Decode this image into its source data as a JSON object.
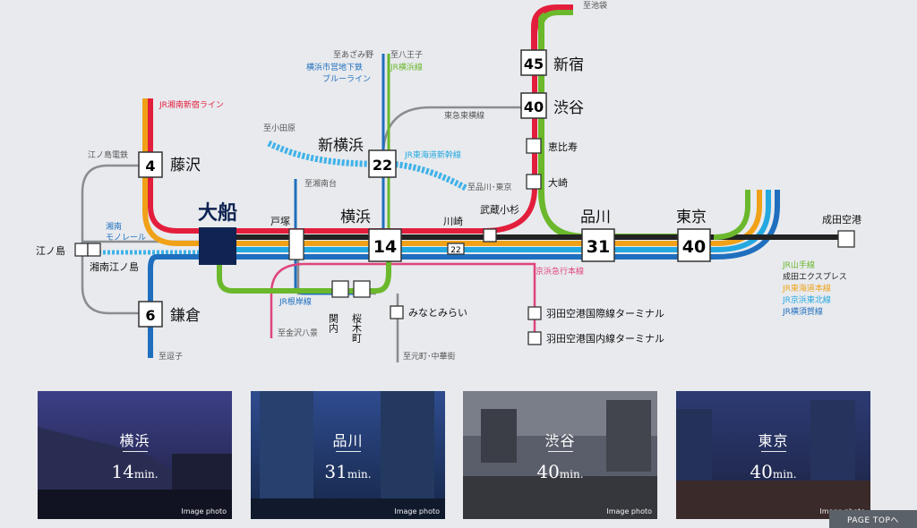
{
  "map": {
    "hub_station": "大船",
    "stations": {
      "fujisawa": {
        "name": "藤沢",
        "minutes": "4"
      },
      "kamakura": {
        "name": "鎌倉",
        "minutes": "6"
      },
      "yokohama": {
        "name": "横浜",
        "minutes": "14"
      },
      "shinyokohama": {
        "name": "新横浜",
        "minutes": "22"
      },
      "shinagawa": {
        "name": "品川",
        "minutes": "31"
      },
      "tokyo": {
        "name": "東京",
        "minutes": "40"
      },
      "shibuya": {
        "name": "渋谷",
        "minutes": "40"
      },
      "shinjuku": {
        "name": "新宿",
        "minutes": "45"
      },
      "totsuka": "戸塚",
      "kawasaki": "川崎",
      "musashikosugi": "武蔵小杉",
      "ebisu": "恵比寿",
      "osaki": "大崎",
      "enoshima": "江ノ島",
      "shonan_enoshima": "湘南江ノ島",
      "kannai": "関内",
      "sakuragicho": "桜木町",
      "minatomirai": "みなとみらい",
      "haneda_intl": "羽田空港国際線ターミナル",
      "haneda_dom": "羽田空港国内線ターミナル",
      "narita": "成田空港",
      "kawasaki_22": "22"
    },
    "labels": {
      "jr_shonan_shinjuku": "JR湘南新宿ライン",
      "enoden": "江ノ島電鉄",
      "shonan_monorail": "湘南\nモノレール",
      "to_odawara": "至小田原",
      "to_azamino": "至あざみ野",
      "to_hachioji": "至八王子",
      "yokohama_subway": "横浜市営地下鉄",
      "blue_line": "ブルーライン",
      "jr_yokohama_line": "JR横浜線",
      "tokyu_toyoko": "東急東横線",
      "jr_tokaido_shinkansen": "JR東海道新幹線",
      "to_shinagawa_tokyo": "至品川･東京",
      "to_ikebukuro": "至池袋",
      "to_shonandai": "至湘南台",
      "jr_negishi": "JR根岸線",
      "to_kanazawa_hakkei": "至金沢八景",
      "to_zushi": "至逗子",
      "to_motomachi_chukagai": "至元町･中華街",
      "keikyu_main": "京浜急行本線"
    },
    "legend": [
      {
        "label": "JR山手線",
        "color": "#6bb82c"
      },
      {
        "label": "成田エクスプレス",
        "color": "#222222"
      },
      {
        "label": "JR東海道本線",
        "color": "#f0a117"
      },
      {
        "label": "JR京浜東北線",
        "color": "#24a8e0"
      },
      {
        "label": "JR横須賀線",
        "color": "#1f6fbe"
      }
    ],
    "colors": {
      "shonan_shinjuku": "#e31e3c",
      "yamanote": "#6bb82c",
      "tokaido": "#f0a117",
      "keihin_tohoku": "#24a8e0",
      "yokosuka": "#1f6fbe",
      "narita_express": "#222222",
      "shinkansen": "#3fb2e8",
      "blue_line": "#1f6fbe",
      "keikyu": "#e0457b",
      "gray_line": "#8a8d90",
      "hub": "#0f2452"
    }
  },
  "cards": [
    {
      "city": "横浜",
      "minutes": "14",
      "unit": "min.",
      "caption": "Image photo"
    },
    {
      "city": "品川",
      "minutes": "31",
      "unit": "min.",
      "caption": "Image photo"
    },
    {
      "city": "渋谷",
      "minutes": "40",
      "unit": "min.",
      "caption": "Image photo"
    },
    {
      "city": "東京",
      "minutes": "40",
      "unit": "min.",
      "caption": "Image photo"
    }
  ],
  "page_top": "PAGE TOPへ"
}
